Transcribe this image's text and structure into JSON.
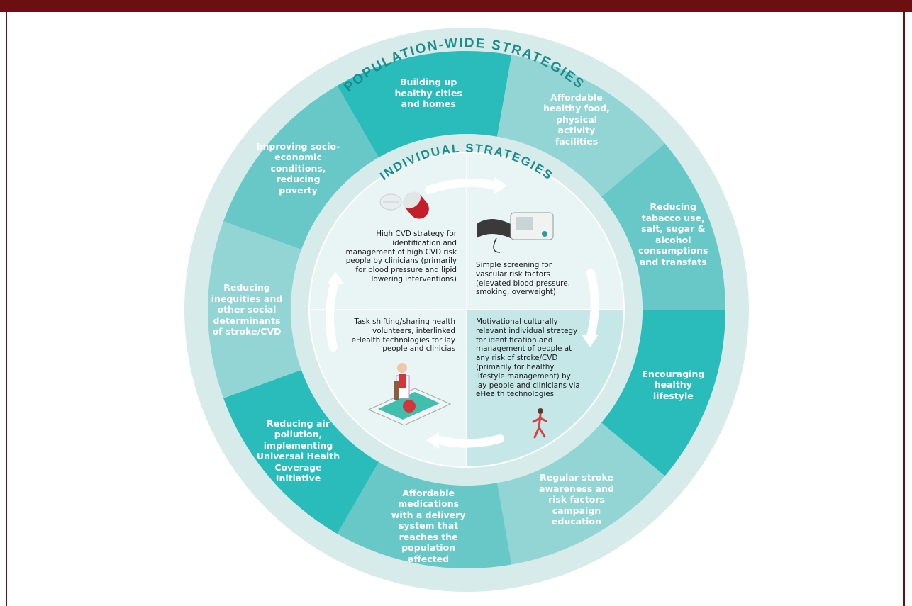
{
  "outer_title": "POPULATION-WIDE STRATEGIES",
  "inner_title": "INDIVIDUAL STRATEGIES",
  "colors": {
    "top_band": "#6b0f12",
    "outer_ring": "#d7ebeb",
    "inner_ring": "#d7ebeb",
    "teal_dark": "#29bcbb",
    "teal_mid": "#68c8c8",
    "teal_light": "#93d5d5",
    "title_text": "#1a8c8c",
    "quadrant_light": "#e9f4f4",
    "quadrant_mid": "#c6e7e7"
  },
  "population_strategies": [
    {
      "label": "Improving socio-economic conditions, reducing poverty"
    },
    {
      "label": "Building up healthy cities and homes"
    },
    {
      "label": "Affordable healthy food, physical activity facilities"
    },
    {
      "label": "Reducing tabacco use, salt, sugar & alcohol consumptions and transfats"
    },
    {
      "label": "Encouraging healthy lifestyle"
    },
    {
      "label": "Regular stroke awareness and risk factors campaign education"
    },
    {
      "label": "Affordable medications with a delivery system that reaches the population affected"
    },
    {
      "label": "Reducing air pollution, implementing Universal Health Coverage Initiative"
    },
    {
      "label": "Reducing inequities and other social determinants of stroke/CVD"
    }
  ],
  "individual_strategies": {
    "top_left": "High CVD strategy for identification and management of high CVD risk people by clinicians (primarily for blood pressure and lipid lowering interventions)",
    "top_right": "Simple screening for vascular risk factors (elevated blood pressure, smoking, overweight)",
    "bottom_left": "Task shifting/sharing health volunteers, interlinked eHealth technologies for lay people and clinicias",
    "bottom_right": "Motivational culturally relevant individual strategy for identification and management of people at any risk of stroke/CVD (primarily for healthy lifestyle management) by lay people and clinicians via eHealth technologies"
  },
  "icons": [
    "pills-icon",
    "blood-pressure-monitor-icon",
    "clinician-tablet-icon",
    "runner-icon",
    "cycle-arrow-icon"
  ]
}
